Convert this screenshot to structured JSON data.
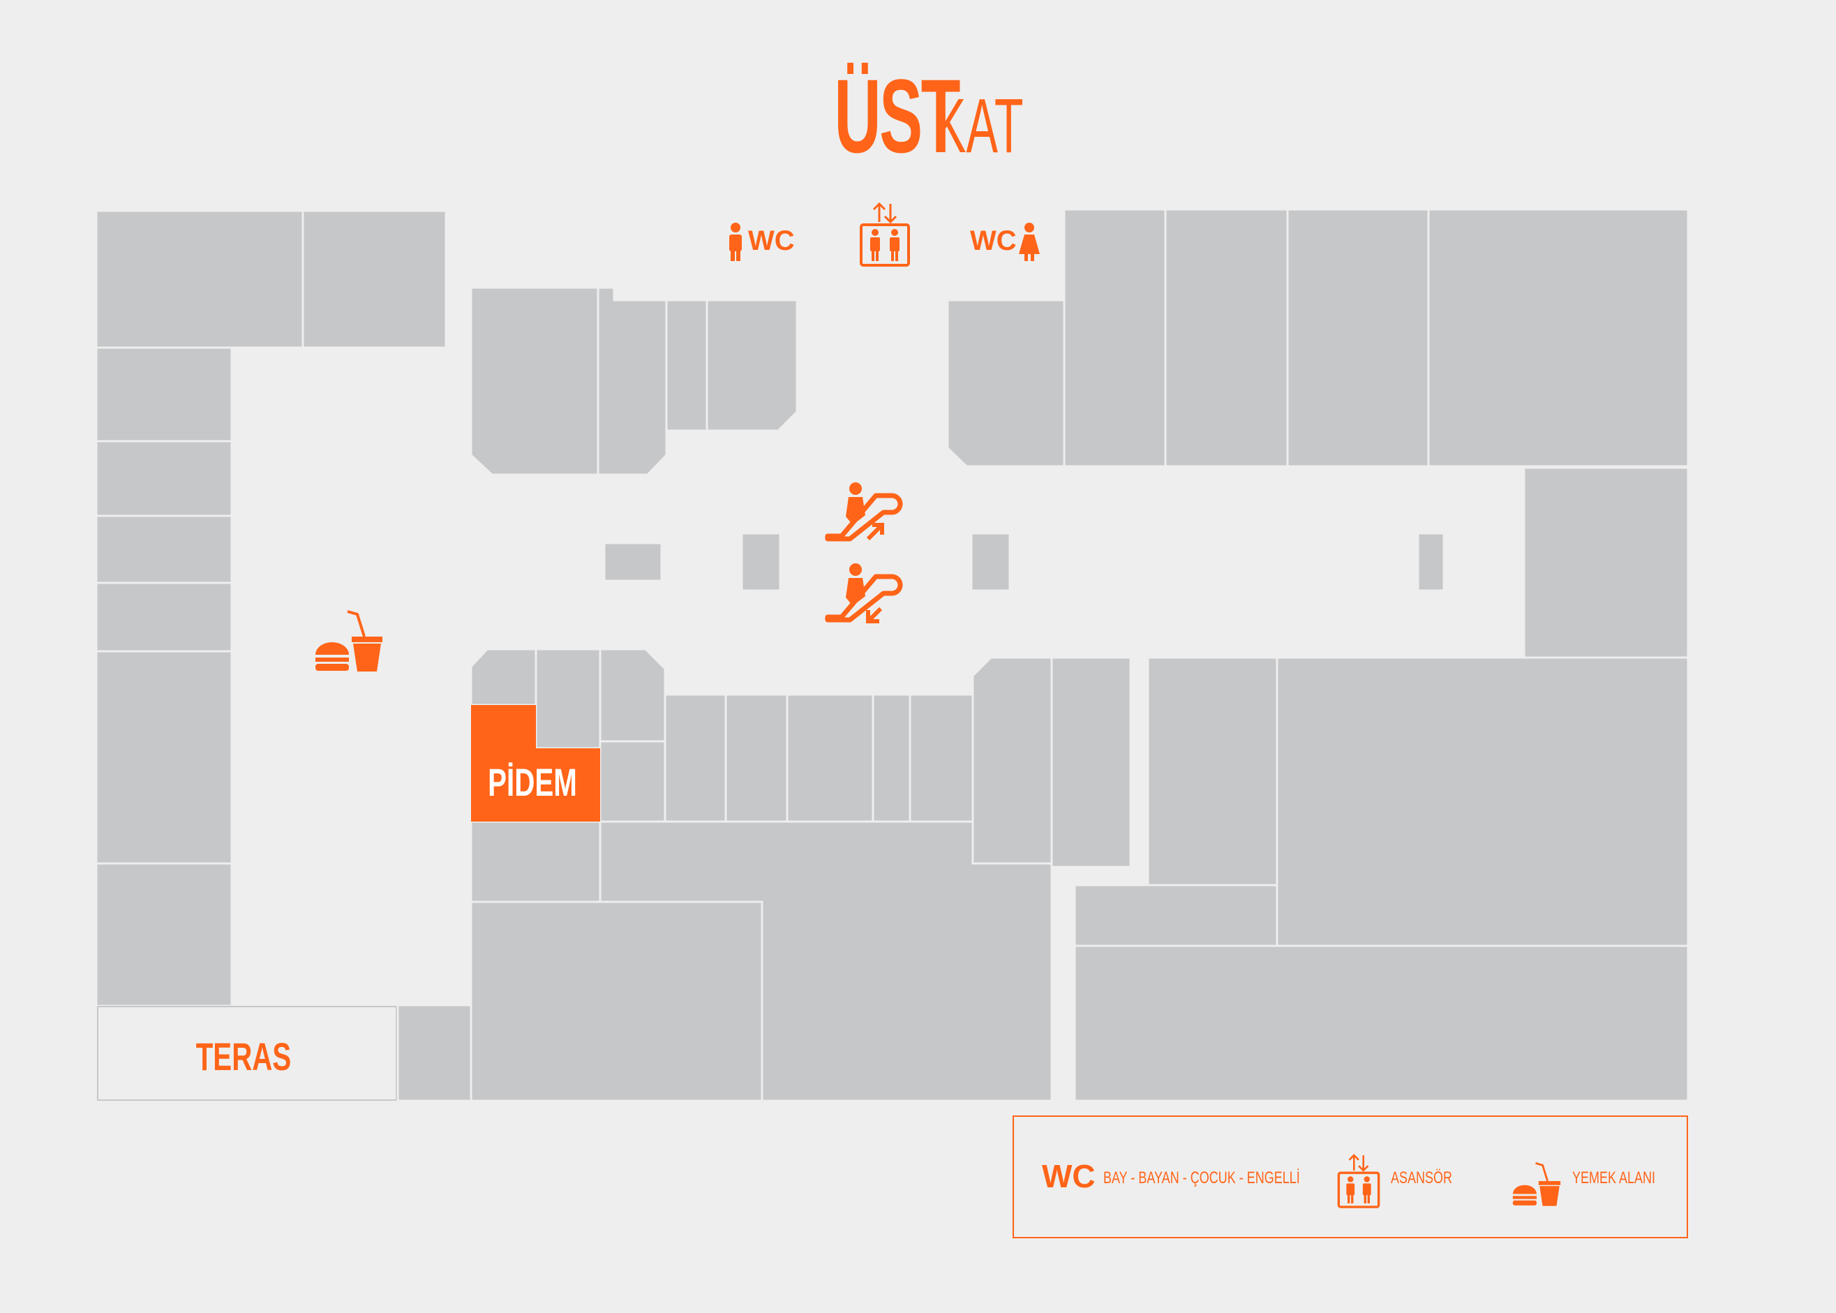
{
  "title": {
    "main": "ÜST",
    "sub": "KAT"
  },
  "map_labels": {
    "teras": "TERAS",
    "pidem": "PİDEM",
    "wc_left": "WC",
    "wc_right": "WC"
  },
  "legend": {
    "wc_symbol": "WC",
    "wc_text": "BAY - BAYAN - ÇOCUK - ENGELLİ",
    "elevator_text": "ASANSÖR",
    "food_text": "YEMEK ALANI"
  },
  "colors": {
    "accent": "#ff6418",
    "shop": "#c6c7c9",
    "background": "#eeeeee"
  },
  "icons": [
    "man-icon",
    "woman-icon",
    "elevator-icon",
    "escalator-up-icon",
    "escalator-down-icon",
    "food-court-icon"
  ]
}
